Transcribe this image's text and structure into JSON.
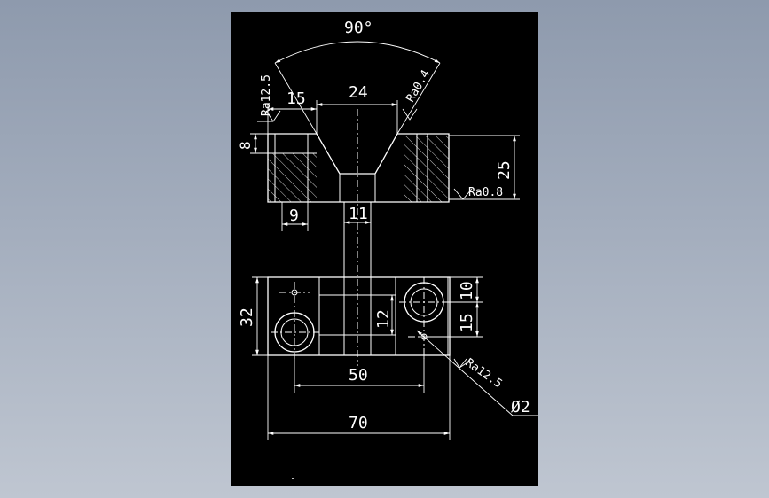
{
  "drawing": {
    "background": "#000000",
    "line_color": "#ffffff",
    "dimensions": {
      "angle": "90°",
      "top_width": "24",
      "pocket_width": "15",
      "pocket_depth": "8",
      "total_height": "25",
      "hole_width": "9",
      "bore": "11",
      "length_70": "70",
      "length_50": "50",
      "height_32": "32",
      "offset_10": "10",
      "offset_15": "15",
      "height_12": "12",
      "pin_diameter": "Ø2"
    },
    "roughness": {
      "ra_top_left": "Ra12.5",
      "ra_cone": "Ra0.4",
      "ra_side": "Ra0.8",
      "ra_bottom": "Ra12.5"
    }
  }
}
